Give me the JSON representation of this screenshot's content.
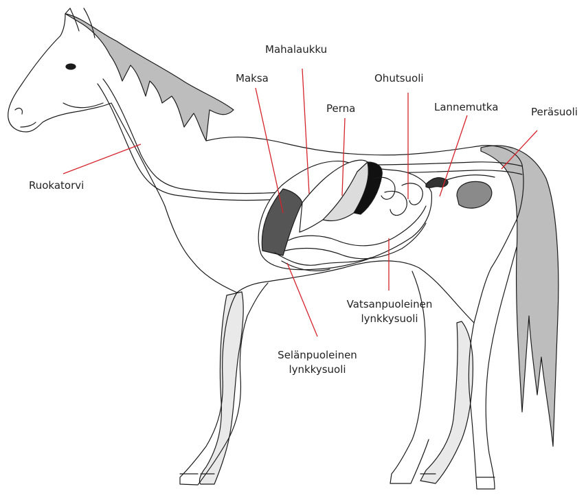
{
  "labels": {
    "mahalaukku": "Mahalaukku",
    "maksa": "Maksa",
    "ohutsuoli": "Ohutsuoli",
    "perna": "Perna",
    "lannemutka": "Lannemutka",
    "perasuoli": "Peräsuoli",
    "ruokatorvi": "Ruokatorvi",
    "vatsanpuoleinen_1": "Vatsanpuoleinen",
    "vatsanpuoleinen_2": "lynkkysuoli",
    "selanpuoleinen_1": "Selänpuoleinen",
    "selanpuoleinen_2": "lynkkysuoli"
  },
  "colors": {
    "outline": "#1a1a1a",
    "leader": "#d6232a",
    "mane": "#bdbdbd",
    "leg": "#e9e9e9",
    "liver": "#555555",
    "stomach": "#dcdcdc",
    "spleen": "#111111",
    "rectum": "#8a8a8a"
  }
}
